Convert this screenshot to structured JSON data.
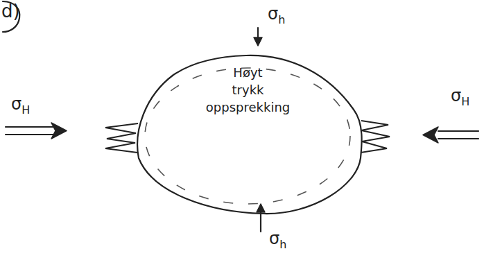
{
  "diagram": {
    "nodes": [
      {
        "text": [
          "Høyt trykk oppsprekking"
        ]
      }
    ],
    "labels": [
      "d)",
      "σh",
      "σH",
      "σH",
      "σh"
    ]
  }
}
